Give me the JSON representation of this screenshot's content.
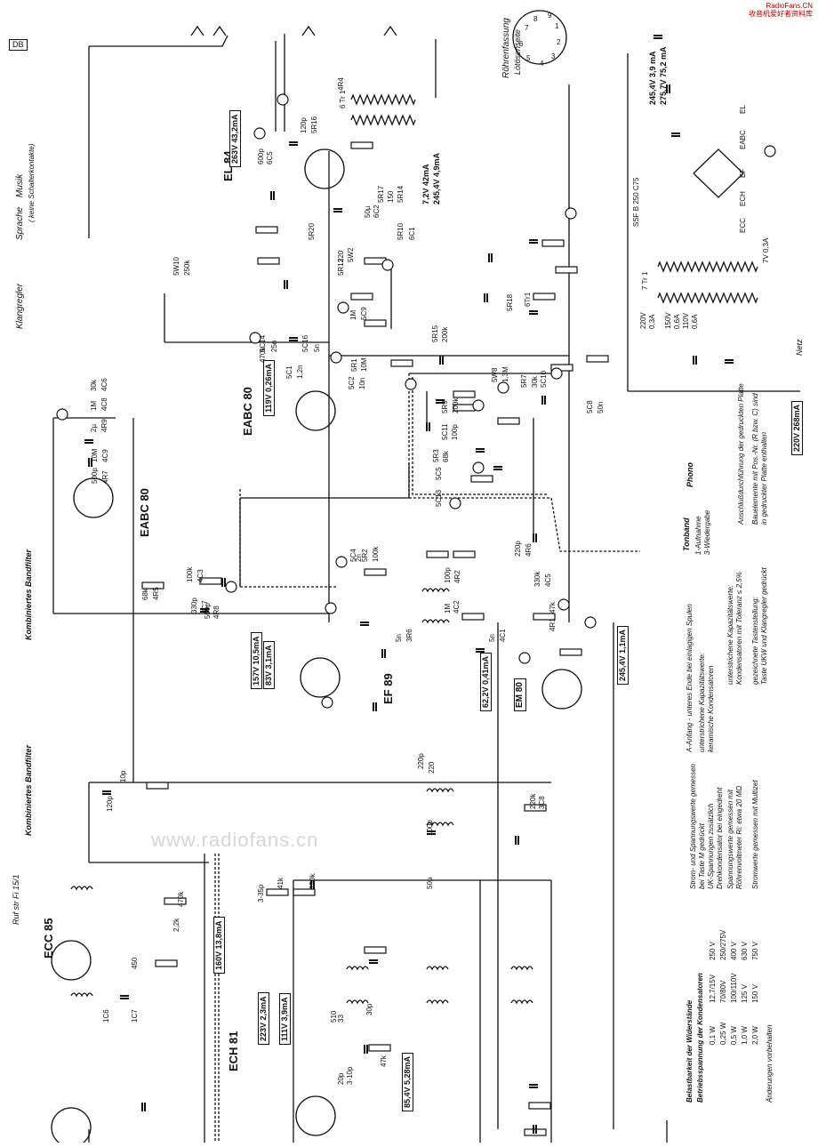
{
  "site": {
    "line1": "RadioFans.CN",
    "line2": "收音机爱好者资料库"
  },
  "watermark": "www.radiofans.cn",
  "corner_tag": "DB",
  "socket": {
    "title": "Röhrenfassung",
    "subtitle": "Lötösenseite",
    "pins": [
      "1",
      "2",
      "3",
      "4",
      "5",
      "6",
      "7",
      "8",
      "9"
    ]
  },
  "tubes": [
    {
      "name": "EL 84"
    },
    {
      "name": "EABC 80"
    },
    {
      "name": "EABC 80"
    },
    {
      "name": "EF 89"
    },
    {
      "name": "EM 80"
    },
    {
      "name": "ECC 85"
    },
    {
      "name": "ECH 81"
    }
  ],
  "switch_labels": {
    "sprache": "Sprache",
    "musik": "Musik",
    "musik_note": "( keine Schalterkontakte)",
    "klangregler": "Klangregler",
    "netz": "Netz",
    "phono": "Phono",
    "tonband": "Tonband",
    "tonband_1": "1-Aufnahme",
    "tonband_3": "3-Wiedergabe",
    "kb1": "Kombiniertes Bandfilter",
    "kb2": "Kombiniertes Bandfilter",
    "ruf": "Ruf str Fi 15/1"
  },
  "measurements": [
    "263V 43,2mA",
    "7,2V 42mA",
    "245,4V 4,9mA",
    "119V 0,26mA",
    "157V 10,5mA",
    "83V 3,1mA",
    "62,2V 0,41mA",
    "245,4V 1,1mA",
    "160V 13,8mA",
    "223V 2,3mA",
    "111V 3,9mA",
    "85,4V 5,28mA",
    "245,4V 3,9 mA",
    "275,7V 75,2 mA",
    "220V 268mA"
  ],
  "rectifier": "SSF B 250 C75",
  "lamps": [
    "EL",
    "EABC",
    "EF",
    "ECH",
    "ECC",
    "7V 0,3A"
  ],
  "power": [
    "220V",
    "0,3A",
    "150V",
    "0,6A",
    "110V",
    "0,6A",
    "7 Tr 1",
    "6 Tr 1"
  ],
  "components": [
    "5C14",
    "25n",
    "5C16",
    "5n",
    "5C1",
    "1,2n",
    "5C2",
    "10n",
    "5R1",
    "10M",
    "5R2",
    "100k",
    "5C4",
    "2n",
    "5R15",
    "200k",
    "5W8",
    "1,3M",
    "5R7",
    "30k",
    "5C10",
    "5R9",
    "200k",
    "5C8",
    "50n",
    "5C11",
    "100p",
    "5R3",
    "68k",
    "5C5",
    "5C13",
    "5W10",
    "250k",
    "5R20",
    "5R17",
    "150",
    "5R14",
    "5R10",
    "6C1",
    "50µ",
    "6C2",
    "600p",
    "6C5",
    "120p",
    "5R16",
    "5R13",
    "220",
    "5W2",
    "1M",
    "5C9",
    "5R18",
    "6Tr1",
    "4R4",
    "68k",
    "4R5",
    "100k",
    "4C3",
    "330p",
    "4C7",
    "500p",
    "4R8",
    "1M",
    "4C8",
    "2µ",
    "4R9",
    "10M",
    "4C9",
    "500p",
    "4R7",
    "30k",
    "4C6",
    "220p",
    "4R6",
    "330k",
    "4C5",
    "100p",
    "4R2",
    "47k",
    "4R1",
    "1M",
    "4C2",
    "5n",
    "4C1",
    "5n",
    "3R6",
    "220k",
    "3C8",
    "220",
    "10p",
    "100p",
    "120p",
    "220p",
    "50p",
    "150k",
    "47k",
    "41k",
    "510",
    "33",
    "30p",
    "470k",
    "2,2k",
    "450",
    "1C7",
    "1C6",
    "20p",
    "3-10p",
    "3-35p",
    "470k"
  ],
  "notes": {
    "n1": "A-Anfang - unteres Ende bei einlagigen Spulen",
    "n2": "unterstrichene Kapazitätswerte:",
    "n2b": "keramische Kondensatoren",
    "n3": "unterstrichene Kapazitätswerte:",
    "n3b": "Kondensatoren mit Toleranz ≤ 2,5%",
    "n4": "Anschlußdurchführung der gedruckten Platte",
    "n5": "Bauelemente mit Pos.-Nr. (R bzw. C) sind",
    "n5b": "in gedruckter Platte enthalten",
    "n6": "gezeichnete Tastenstellung:",
    "n6b": "Taste UKW und Klangregler gedrückt",
    "m1": "Strom- und Spannungswerte gemessen",
    "m2": "bei Taste M gedrückt",
    "m3": "UK-Spannungen zusätzlich",
    "m4": "Drehkondensator bei eingedreht",
    "m5": "Spannungswerte gemessen mit",
    "m6": "Röhrenvoltmeter Ri: etwa 20 MΩ",
    "m7": "Stromwerte gemessen mit Multizet",
    "load_title": "Belastbarkeit der Widerstände",
    "volt_title": "Betriebsspannung der Kondensatoren",
    "change": "Änderungen vorbehalten"
  },
  "load_table": [
    "0,1 W",
    "0,25 W",
    "0,5 W",
    "1,0 W",
    "2,0 W"
  ],
  "volt_table": [
    "12,7/15V",
    "70/80V",
    "100/110V",
    "125 V",
    "150 V",
    "250 V",
    "250/275V",
    "400 V",
    "630 V",
    "750 V"
  ]
}
